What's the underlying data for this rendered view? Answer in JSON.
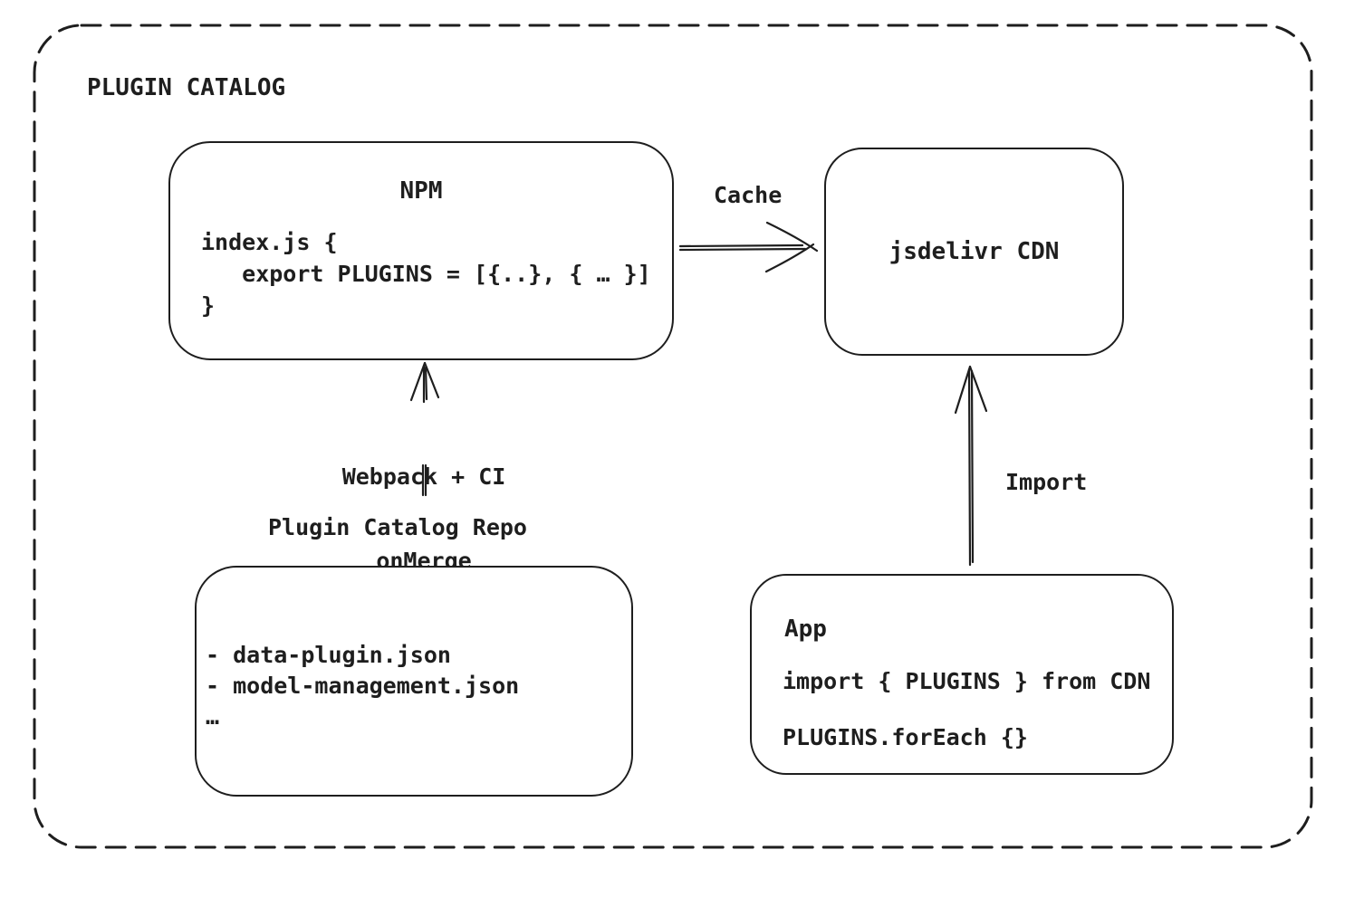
{
  "page": {
    "title": "PLUGIN CATALOG"
  },
  "colors": {
    "ink": "#1e1e1e",
    "background": "#ffffff"
  },
  "nodes": {
    "npm": {
      "title": "NPM",
      "code": "index.js {\n   export PLUGINS = [{..}, { … }]\n}"
    },
    "cdn": {
      "label": "jsdelivr CDN"
    },
    "repo": {
      "title": "Plugin Catalog Repo",
      "items": [
        "- data-plugin.json",
        "- model-management.json",
        "…"
      ]
    },
    "app": {
      "title": "App",
      "lines": [
        "import { PLUGINS } from CDN",
        "PLUGINS.forEach {}"
      ]
    }
  },
  "edges": {
    "cache": {
      "label": "Cache",
      "from": "npm",
      "to": "cdn"
    },
    "build": {
      "label_top": "Webpack + CI",
      "label_bottom": "onMerge",
      "from": "repo",
      "to": "npm"
    },
    "import": {
      "label": "Import",
      "from": "app",
      "to": "cdn"
    }
  }
}
